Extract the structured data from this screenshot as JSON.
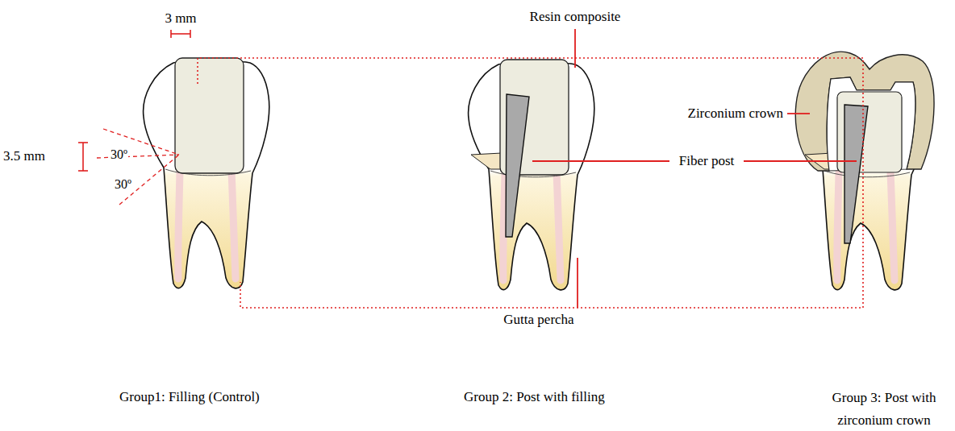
{
  "diagram": {
    "labels": [
      "3 mm",
      "Resin composite",
      "3.5 mm",
      "30º",
      "Zirconium crown",
      "30º",
      "Fiber post",
      "Gutta percha",
      "Group1: Filling (Control)",
      "Group 2: Post with filling",
      "Group 3: Post with zirconium crown"
    ]
  }
}
